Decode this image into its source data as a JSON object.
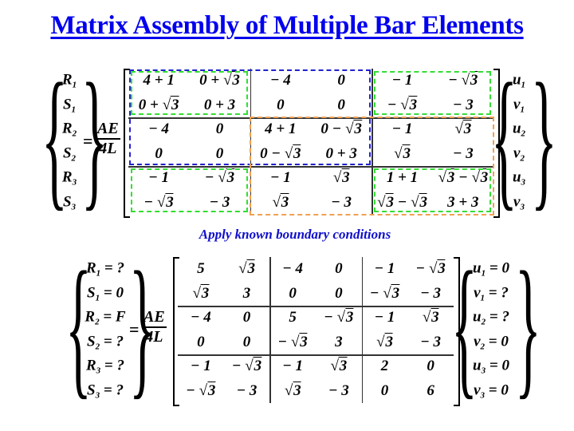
{
  "title": "Matrix Assembly of Multiple Bar Elements",
  "subtitle": "Apply known boundary conditions",
  "colors": {
    "title": "#0000ee",
    "blue_box": "#2222cc",
    "green_box": "#33dd33",
    "orange_box": "#f0a050"
  },
  "top_equation": {
    "lhs": [
      "R1",
      "S1",
      "R2",
      "S2",
      "R3",
      "S3"
    ],
    "factor": {
      "numerator": "AE",
      "denominator": "4L"
    },
    "rhs": [
      "u1",
      "v1",
      "u2",
      "v2",
      "u3",
      "v3"
    ],
    "matrix": [
      [
        "4+1",
        "0+√3",
        "−4",
        "0",
        "−1",
        "−√3"
      ],
      [
        "0+√3",
        "0+3",
        "0",
        "0",
        "−√3",
        "−3"
      ],
      [
        "−4",
        "0",
        "4+1",
        "0−√3",
        "−1",
        "√3"
      ],
      [
        "0",
        "0",
        "0−√3",
        "0+3",
        "√3",
        "−3"
      ],
      [
        "−1",
        "−√3",
        "−1",
        "√3",
        "1+1",
        "√3−√3"
      ],
      [
        "−√3",
        "−3",
        "√3",
        "−3",
        "√3−√3",
        "3+3"
      ]
    ]
  },
  "bottom_equation": {
    "lhs": [
      "R1 = ?",
      "S1 = 0",
      "R2 = F",
      "S2 = ?",
      "R3 = ?",
      "S3 = ?"
    ],
    "factor": {
      "numerator": "AE",
      "denominator": "4L"
    },
    "rhs": [
      "u1 = 0",
      "v1 = ?",
      "u2 = ?",
      "v2 = 0",
      "u3 = 0",
      "v3 = 0"
    ],
    "matrix": [
      [
        "5",
        "√3",
        "−4",
        "0",
        "−1",
        "−√3"
      ],
      [
        "√3",
        "3",
        "0",
        "0",
        "−√3",
        "−3"
      ],
      [
        "−4",
        "0",
        "5",
        "−√3",
        "−1",
        "√3"
      ],
      [
        "0",
        "0",
        "−√3",
        "3",
        "√3",
        "−3"
      ],
      [
        "−1",
        "−√3",
        "−1",
        "√3",
        "2",
        "0"
      ],
      [
        "−√3",
        "−3",
        "√3",
        "−3",
        "0",
        "6"
      ]
    ]
  }
}
